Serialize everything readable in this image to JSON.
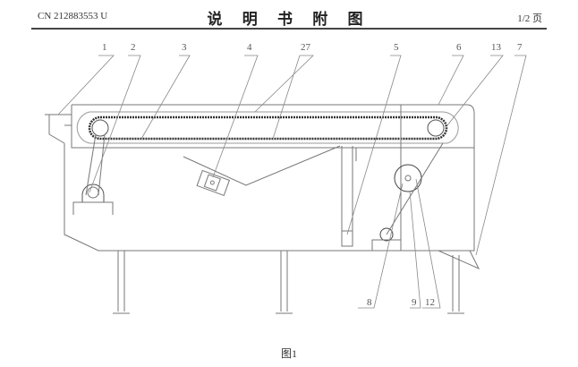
{
  "header": {
    "patent_number": "CN 212883553 U",
    "title": "说 明 书 附 图",
    "page": "1/2 页"
  },
  "figure": {
    "top_labels": [
      "1",
      "2",
      "3",
      "4",
      "27",
      "5",
      "6",
      "13",
      "7"
    ],
    "bottom_labels": [
      "8",
      "9",
      "12"
    ],
    "caption": "图1"
  }
}
